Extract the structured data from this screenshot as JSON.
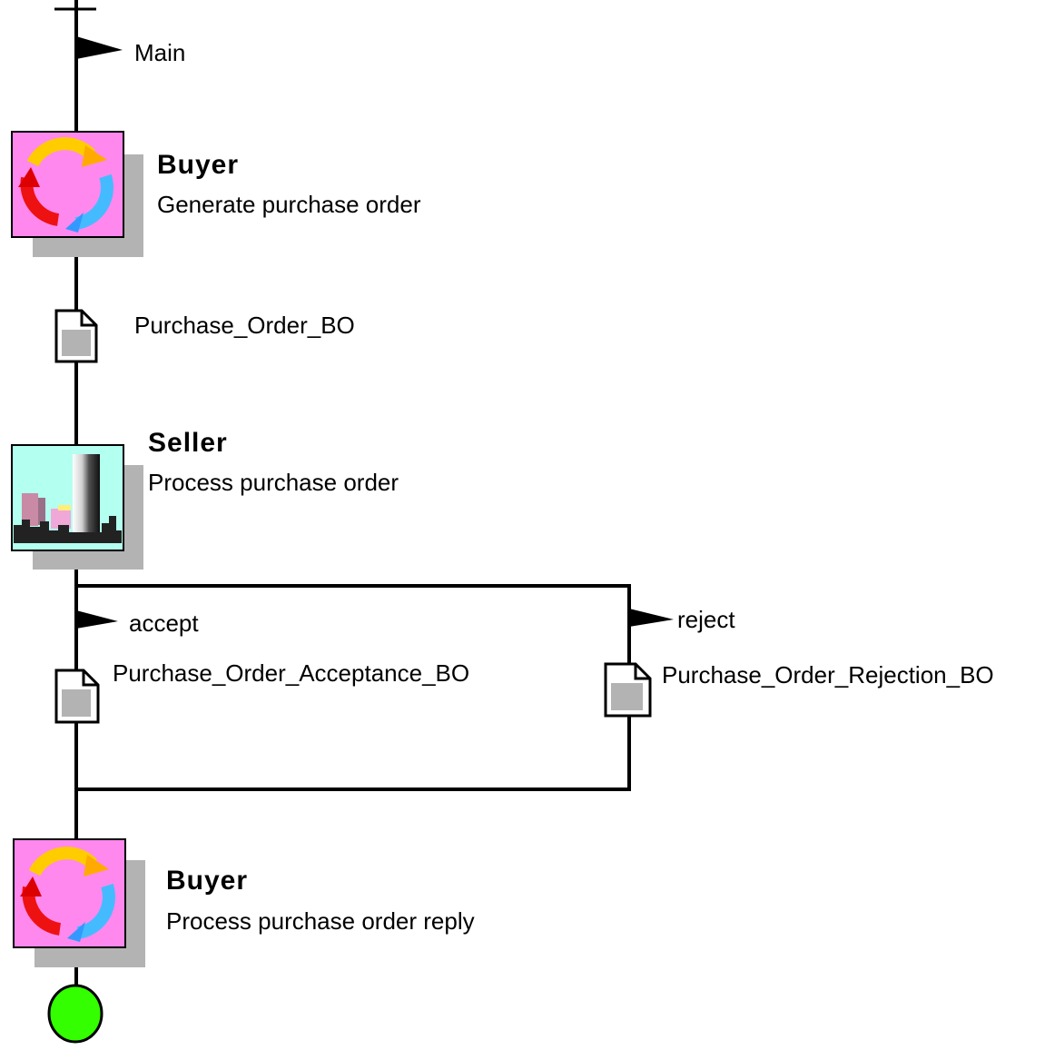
{
  "flow": {
    "start_label": "Main",
    "steps": [
      {
        "role": "Buyer",
        "description": "Generate purchase order",
        "icon": "cycle-arrows-icon"
      },
      {
        "role": "Seller",
        "description": "Process purchase order",
        "icon": "city-skyline-icon"
      },
      {
        "role": "Buyer",
        "description": "Process purchase order reply",
        "icon": "cycle-arrows-icon"
      }
    ],
    "documents": {
      "request": "Purchase_Order_BO",
      "accept": "Purchase_Order_Acceptance_BO",
      "reject": "Purchase_Order_Rejection_BO"
    },
    "branches": {
      "accept_label": "accept",
      "reject_label": "reject"
    }
  },
  "colors": {
    "buyer_icon_bg": "#ff88ee",
    "seller_icon_bg": "#b3fff0",
    "shadow": "#b3b3b3",
    "end_node": "#33ff00",
    "document_fill": "#b3b3b3"
  }
}
